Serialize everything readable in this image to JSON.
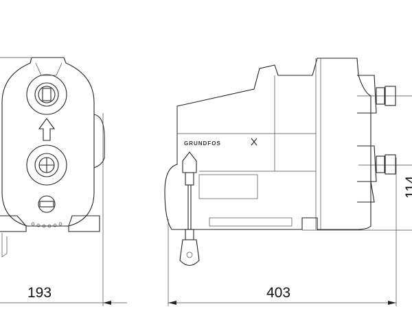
{
  "drawing": {
    "brand_logo": "GRUNDFOS",
    "dimensions": {
      "width_front_view": "193",
      "length_side_view": "403",
      "height_outlet": "114"
    }
  }
}
